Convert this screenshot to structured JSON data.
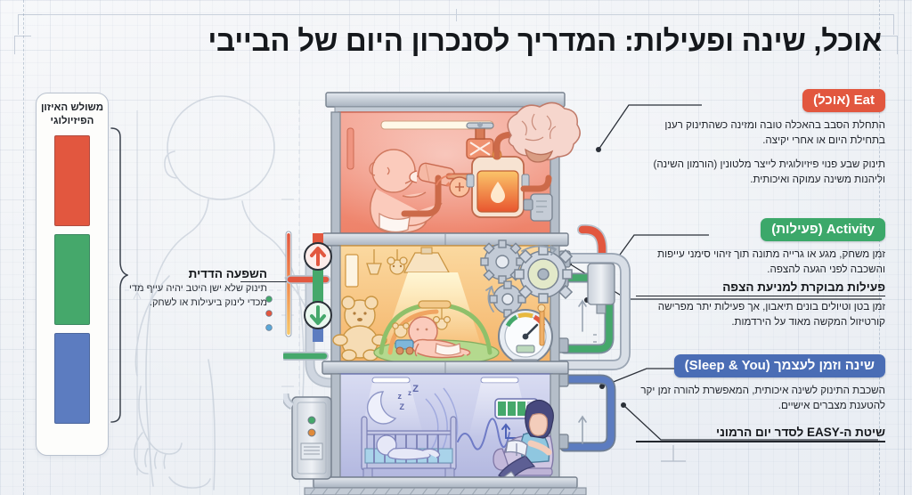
{
  "page": {
    "title": "אוכל, שינה ופעילות: המדריך לסנכרון היום של הבייבי",
    "bg_color": "#f2f4f7"
  },
  "legend": {
    "title": "משולש האיזון הפיזיולוגי",
    "bars": [
      {
        "name": "eat",
        "color": "#E2573F"
      },
      {
        "name": "activity",
        "color": "#45A86B"
      },
      {
        "name": "sleep",
        "color": "#5C7CC0"
      }
    ]
  },
  "left_callout": {
    "heading": "השפעה הדדית",
    "body": "תינוק שלא ישן היטב יהיה עייף מדי מכדי לינוק ביעילות או לשחק."
  },
  "sections": [
    {
      "id": "eat",
      "badge": "Eat (אוכל)",
      "badge_color": "#E2573F",
      "paragraphs": [
        "התחלת הסבב בהאכלה טובה ומזינה כשהתינוק רענן בתחילת היום או אחרי יקיצה.",
        "תינוק שבע פנוי פיזיולוגית לייצר מלטונין (הורמון השינה) וליהנות משינה עמוקה ואיכותית."
      ]
    },
    {
      "id": "activity",
      "badge": "Activity (פעילות)",
      "badge_color": "#3CA86A",
      "paragraphs": [
        "זמן משחק, מגע או גרייה מתונה תוך זיהוי סימני עייפות והשכבה לפני הגעה להצפה."
      ],
      "sub_heading": "פעילות מבוקרת למניעת הצפה",
      "sub_body": "זמן בטן וטיולים בונים תיאבון, אך פעילות יתר מפרישה קורטיזול המקשה מאוד על הירדמות."
    },
    {
      "id": "sleep",
      "badge": "שינה וזמן לעצמך (Sleep & You)",
      "badge_color": "#4A6DB5",
      "paragraphs": [
        "השכבת התינוק לשינה איכותית, המאפשרת להורה זמן יקר להטענת מצברים אישיים."
      ]
    },
    {
      "id": "easy",
      "sub_heading": "שיטת ה-EASY לסדר יום הרמוני"
    }
  ],
  "illustration": {
    "floors": [
      {
        "id": "eat-floor",
        "name": "eat-floor",
        "tint": "#F09080",
        "elements": [
          "baby-with-bottle-icon",
          "pipe-valve-icon",
          "fuel-tank-icon",
          "droplet-icon",
          "brain-icon"
        ]
      },
      {
        "id": "activity-floor",
        "name": "activity-floor",
        "tint": "#F3B35E",
        "elements": [
          "baby-on-play-mat-icon",
          "play-gym-icon",
          "teddy-bear-icon",
          "mobile-toy-icon",
          "gears-icon",
          "gauge-icon",
          "lamp-icon"
        ]
      },
      {
        "id": "sleep-floor",
        "name": "sleep-floor",
        "tint": "#8C93D0",
        "elements": [
          "crib-icon",
          "moon-icon",
          "zzz-icon",
          "sound-wave-icon",
          "battery-icon",
          "parent-reading-icon"
        ]
      }
    ],
    "flow_arrows": [
      {
        "name": "up-arrow-badge",
        "direction": "up",
        "color": "#E2573F"
      },
      {
        "name": "down-arrow-badge",
        "direction": "down",
        "color": "#45A86B"
      }
    ],
    "pipes": [
      {
        "name": "eat-pipe",
        "color": "#E2573F"
      },
      {
        "name": "activity-pipe",
        "color": "#45A86B"
      },
      {
        "name": "sleep-pipe",
        "color": "#5C7CC0"
      }
    ],
    "zzz_label": "Z z z Z"
  }
}
